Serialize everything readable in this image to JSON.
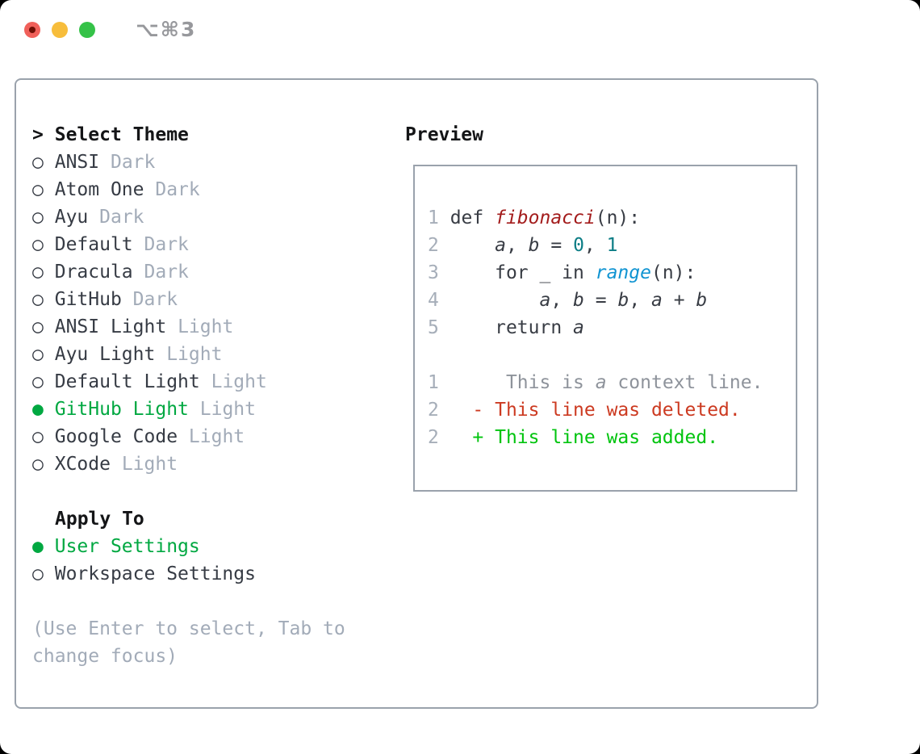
{
  "titlebar": {
    "title": "⌥⌘3"
  },
  "icons": {
    "radio_selected": "●",
    "radio_unselected": "○",
    "focus_caret": ">",
    "traffic_lights": [
      "close-icon",
      "minimize-icon",
      "zoom-icon"
    ]
  },
  "theme_panel": {
    "header_prefix": ">",
    "header_label": "Select Theme",
    "themes": [
      {
        "name": "ANSI",
        "variant": "Dark",
        "selected": false
      },
      {
        "name": "Atom One",
        "variant": "Dark",
        "selected": false
      },
      {
        "name": "Ayu",
        "variant": "Dark",
        "selected": false
      },
      {
        "name": "Default",
        "variant": "Dark",
        "selected": false
      },
      {
        "name": "Dracula",
        "variant": "Dark",
        "selected": false
      },
      {
        "name": "GitHub",
        "variant": "Dark",
        "selected": false
      },
      {
        "name": "ANSI Light",
        "variant": "Light",
        "selected": false
      },
      {
        "name": "Ayu Light",
        "variant": "Light",
        "selected": false
      },
      {
        "name": "Default Light",
        "variant": "Light",
        "selected": false
      },
      {
        "name": "GitHub Light",
        "variant": "Light",
        "selected": true
      },
      {
        "name": "Google Code",
        "variant": "Light",
        "selected": false
      },
      {
        "name": "XCode",
        "variant": "Light",
        "selected": false
      }
    ],
    "apply_to_label": "Apply To",
    "apply_options": [
      {
        "name": "User Settings",
        "selected": true
      },
      {
        "name": "Workspace Settings",
        "selected": false
      }
    ],
    "footer_hint": "(Use Enter to select, Tab to change focus)"
  },
  "preview": {
    "label": "Preview",
    "lines": [
      {
        "num": "1",
        "tokens": [
          {
            "t": "def ",
            "s": "pl"
          },
          {
            "t": "fibonacci",
            "s": "fn"
          },
          {
            "t": "(n):",
            "s": "pl"
          }
        ]
      },
      {
        "num": "2",
        "tokens": [
          {
            "t": "    ",
            "s": "pl"
          },
          {
            "t": "a",
            "s": "var"
          },
          {
            "t": ", ",
            "s": "pl"
          },
          {
            "t": "b",
            "s": "var"
          },
          {
            "t": " = ",
            "s": "pl"
          },
          {
            "t": "0",
            "s": "num"
          },
          {
            "t": ", ",
            "s": "pl"
          },
          {
            "t": "1",
            "s": "num"
          }
        ]
      },
      {
        "num": "3",
        "tokens": [
          {
            "t": "    for _ in ",
            "s": "pl"
          },
          {
            "t": "range",
            "s": "call"
          },
          {
            "t": "(n):",
            "s": "pl"
          }
        ]
      },
      {
        "num": "4",
        "tokens": [
          {
            "t": "        ",
            "s": "pl"
          },
          {
            "t": "a",
            "s": "var"
          },
          {
            "t": ", ",
            "s": "pl"
          },
          {
            "t": "b",
            "s": "var"
          },
          {
            "t": " = ",
            "s": "pl"
          },
          {
            "t": "b",
            "s": "var"
          },
          {
            "t": ", ",
            "s": "pl"
          },
          {
            "t": "a",
            "s": "var"
          },
          {
            "t": " + ",
            "s": "pl"
          },
          {
            "t": "b",
            "s": "var"
          }
        ]
      },
      {
        "num": "5",
        "tokens": [
          {
            "t": "    return ",
            "s": "pl"
          },
          {
            "t": "a",
            "s": "var"
          }
        ]
      },
      {
        "num": "",
        "tokens": []
      },
      {
        "num": "1",
        "tokens": [
          {
            "t": "     This is ",
            "s": "ctx"
          },
          {
            "t": "a",
            "s": "ctxi"
          },
          {
            "t": " context line.",
            "s": "ctx"
          }
        ]
      },
      {
        "num": "2",
        "tokens": [
          {
            "t": "  - This line was deleted.",
            "s": "del"
          }
        ]
      },
      {
        "num": "2",
        "tokens": [
          {
            "t": "  + This line was added.",
            "s": "add"
          }
        ]
      }
    ]
  },
  "colors": {
    "selection_green": "#00a841",
    "added_green": "#00c40e",
    "deleted_red": "#cc3a21",
    "function_red": "#a31c1c",
    "number_teal": "#0c7d85",
    "call_blue": "#1094d2",
    "code_text": "#383c44",
    "muted_gray": "#a2abb8",
    "line_number_gray": "#a6aeb9",
    "context_gray": "#8e939b",
    "border_gray": "#9aa2ac",
    "traffic_red": "#f0605a",
    "traffic_yellow": "#f7bd3b",
    "traffic_green": "#35c248"
  }
}
